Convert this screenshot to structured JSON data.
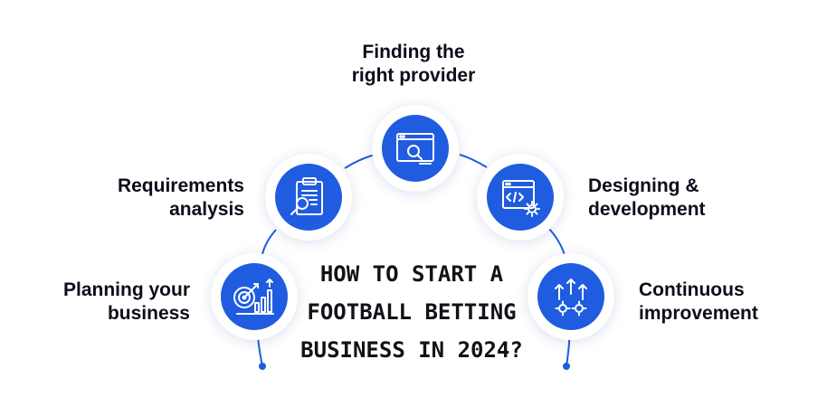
{
  "title": "HOW TO START A\nFOOTBALL BETTING\nBUSINESS IN 2024?",
  "colors": {
    "accent": "#1f5ce0",
    "text": "#0d0d1a",
    "connector": "#1f5ce0"
  },
  "steps": [
    {
      "label": "Planning your\nbusiness",
      "icon": "target-growth-chart-icon"
    },
    {
      "label": "Requirements\nanalysis",
      "icon": "clipboard-magnifier-icon"
    },
    {
      "label": "Finding the\nright provider",
      "icon": "browser-search-icon"
    },
    {
      "label": "Designing &\ndevelopment",
      "icon": "code-window-gear-icon"
    },
    {
      "label": "Continuous\nimprovement",
      "icon": "gears-arrows-up-icon"
    }
  ]
}
